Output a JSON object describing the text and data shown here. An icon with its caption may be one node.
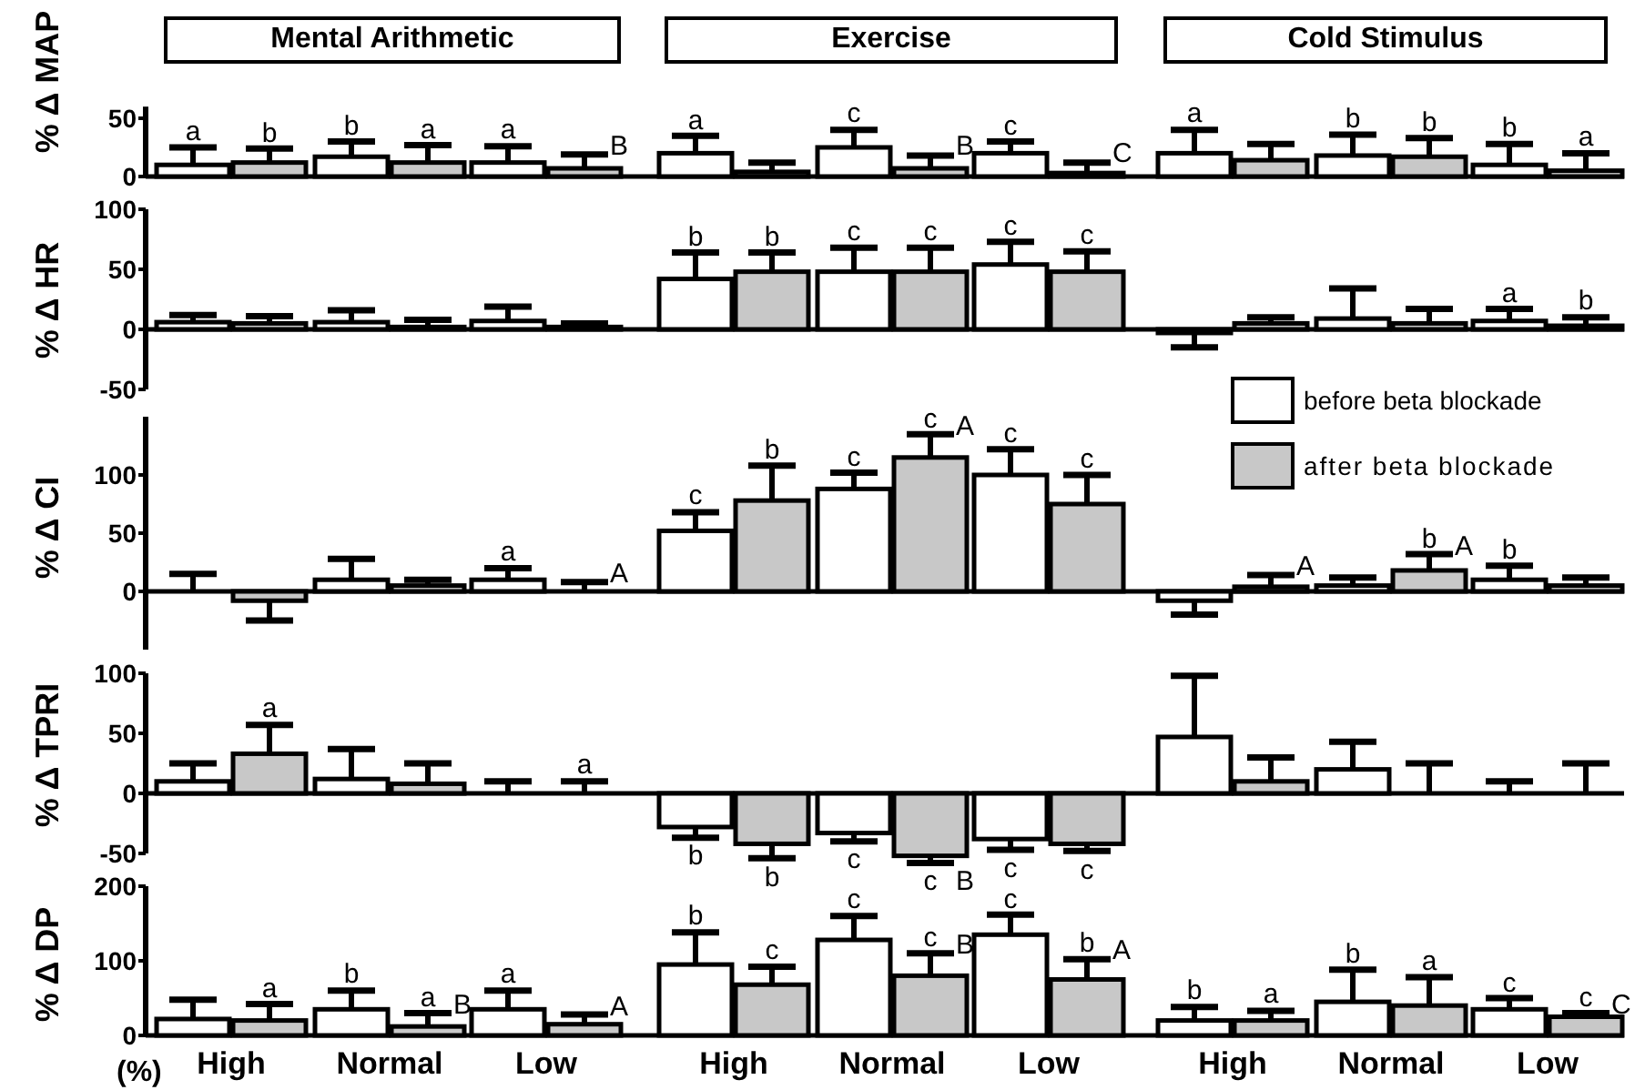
{
  "diagram": {
    "nodes": [
      {
        "text": [
          "Mental Arithmetic"
        ]
      },
      {
        "text": [
          "Exercise"
        ]
      },
      {
        "text": [
          "Cold Stimulus"
        ]
      }
    ],
    "labels": [
      "% Δ MAP",
      "50",
      "0",
      "a",
      "b",
      "b",
      "a",
      "a",
      "B",
      "a",
      "c",
      "B",
      "c",
      "C",
      "a",
      "b",
      "b",
      "b",
      "a",
      "% Δ HR",
      "100",
      "50",
      "0",
      "-50",
      "b",
      "b",
      "c",
      "c",
      "c",
      "c",
      "a",
      "b",
      "% Δ CI",
      "100",
      "50",
      "0",
      "a",
      "A",
      "c",
      "b",
      "c",
      "c",
      "A",
      "c",
      "c",
      "A",
      "b",
      "A",
      "b",
      "% Δ TPRI",
      "100",
      "50",
      "0",
      "-50",
      "a",
      "a",
      "b",
      "b",
      "c",
      "c",
      "B",
      "c",
      "c",
      "% Δ DP",
      "200",
      "100",
      "0",
      "a",
      "b",
      "a",
      "B",
      "a",
      "A",
      "b",
      "c",
      "c",
      "c",
      "B",
      "c",
      "b",
      "A",
      "b",
      "a",
      "b",
      "a",
      "c",
      "c",
      "C",
      "(%)",
      "High",
      "Normal",
      "Low",
      "High",
      "Normal",
      "Low",
      "High",
      "Normal",
      "Low"
    ],
    "legend": [
      {
        "text": "before beta blockade",
        "color": "#ffffff"
      },
      {
        "text": "after beta blockade",
        "color": "#c8c8c8"
      }
    ]
  }
}
